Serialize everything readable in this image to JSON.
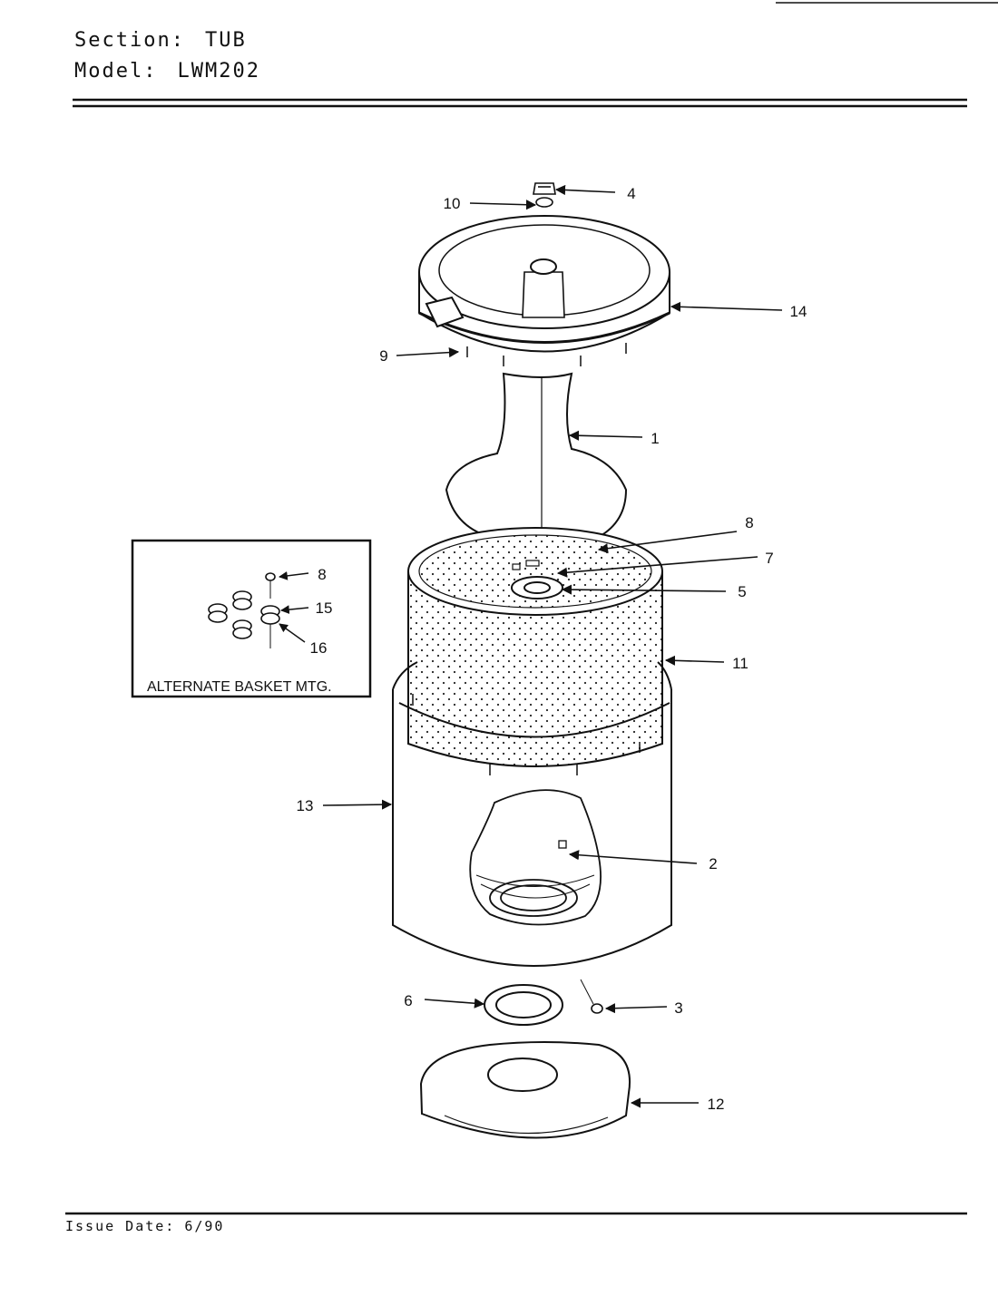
{
  "header": {
    "section_label": "Section:",
    "section_value": "TUB",
    "model_label": "Model:",
    "model_value": "LWM202"
  },
  "footer": {
    "issue_label": "Issue Date:",
    "issue_value": "6/90"
  },
  "inset": {
    "caption": "ALTERNATE BASKET MTG.",
    "callouts": [
      "8",
      "15",
      "16"
    ]
  },
  "callouts": [
    "4",
    "10",
    "14",
    "9",
    "1",
    "8",
    "7",
    "5",
    "11",
    "13",
    "2",
    "6",
    "3",
    "12"
  ],
  "colors": {
    "ink": "#111111",
    "paper": "#ffffff"
  }
}
